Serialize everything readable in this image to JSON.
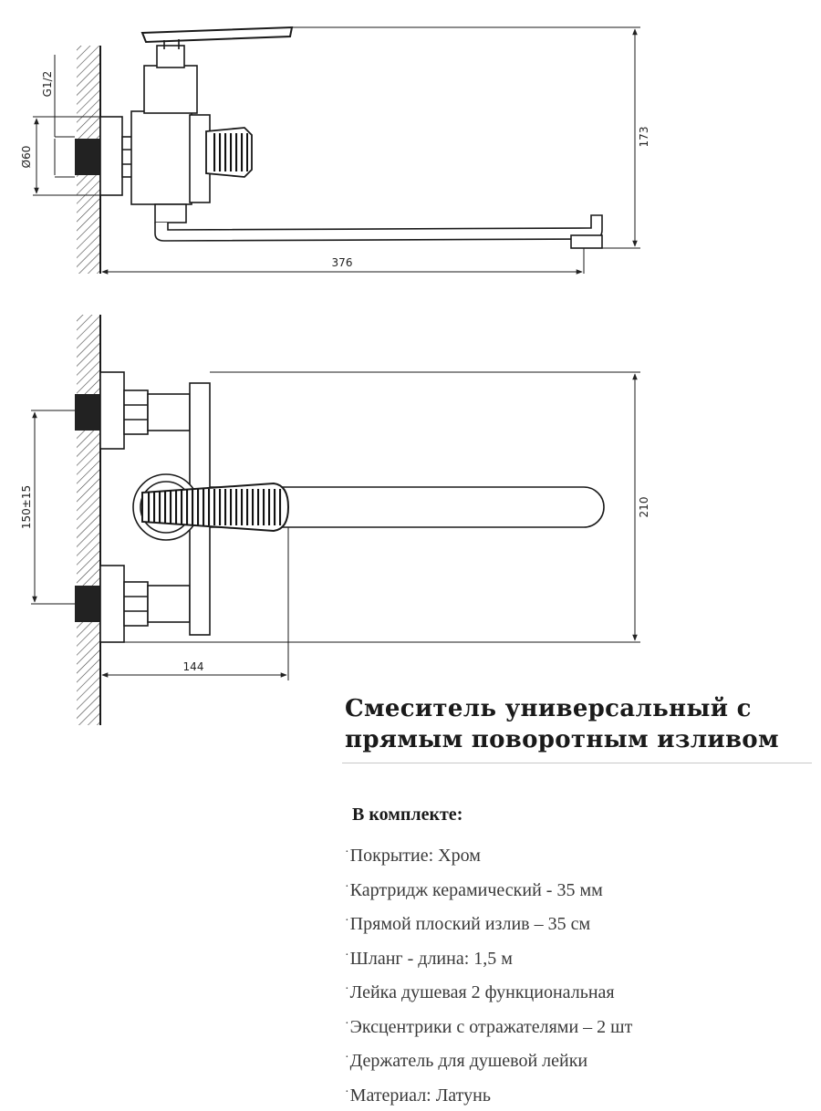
{
  "drawing": {
    "side_view": {
      "dim_height": "173",
      "dim_length": "376",
      "dim_thread": "G1/2",
      "dim_flange_diameter": "Ø60"
    },
    "top_view": {
      "dim_depth": "210",
      "dim_centers": "150±15",
      "dim_offset": "144"
    },
    "line_color": "#1a1a1a"
  },
  "product": {
    "title_line1": "Смеситель универсальный с",
    "title_line2": "прямым поворотным изливом"
  },
  "kit": {
    "heading": "В комплекте:",
    "items": [
      "Покрытие: Хром",
      "Картридж керамический  - 35 мм",
      "Прямой плоский  излив – 35 см",
      "Шланг - длина: 1,5 м",
      "Лейка душевая  2 функциональная",
      "Эксцентрики  с отражателями – 2 шт",
      "Держатель для душевой лейки",
      "Материал: Латунь"
    ]
  }
}
